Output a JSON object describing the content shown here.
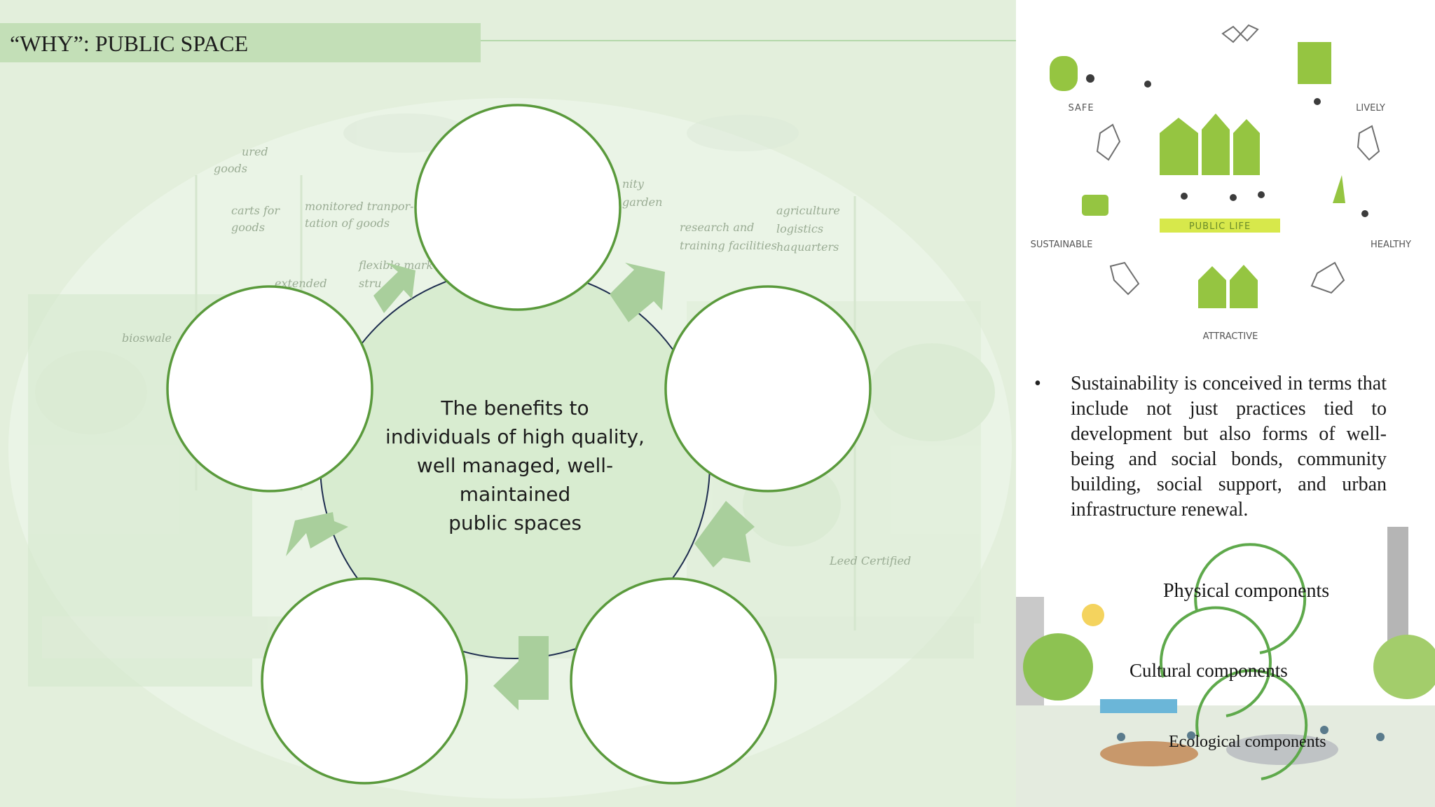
{
  "slide": {
    "title": "“WHY”:  PUBLIC SPACE"
  },
  "cycle": {
    "center_lines": [
      "The benefits to",
      "individuals of high quality,",
      "well managed, well-",
      "maintained",
      "public spaces"
    ]
  },
  "background_sketch": {
    "labels": {
      "goods": "goods",
      "ured": "ured",
      "carts_for": "carts for",
      "goods2": "goods",
      "monitored_1": "monitored tranpor-",
      "monitored_2": "tation of goods",
      "flexible": "flexible market",
      "stru": "stru",
      "extended": "extended",
      "bioswale": "bioswale",
      "nity": "nity",
      "garden": "garden",
      "research_1": "research and",
      "research_2": "training facilities",
      "agri_1": "agriculture",
      "agri_2": "logistics",
      "agri_3": "haquarters",
      "leed": "Leed Certified"
    }
  },
  "public_life_diagram": {
    "center_label": "PUBLIC LIFE",
    "labels": {
      "safe": "SAFE",
      "lively": "LIVELY",
      "sustainable": "SUSTAINABLE",
      "healthy": "HEALTHY",
      "attractive": "ATTRACTIVE"
    }
  },
  "sustainability": {
    "text": "Sustainability is conceived in terms that include not just practices tied to development but also forms of well-being and social bonds, community building, social support, and urban infrastructure renewal."
  },
  "components": {
    "physical": "Physical components",
    "cultural": "Cultural components",
    "ecological": "Ecological components"
  },
  "colors": {
    "title_bar": "#c3dfb7",
    "circle_stroke": "#5a9a3c",
    "center_fill": "#d8ecd0",
    "arrow_fill": "#a9cf9c",
    "diagram_green": "#95c541"
  }
}
